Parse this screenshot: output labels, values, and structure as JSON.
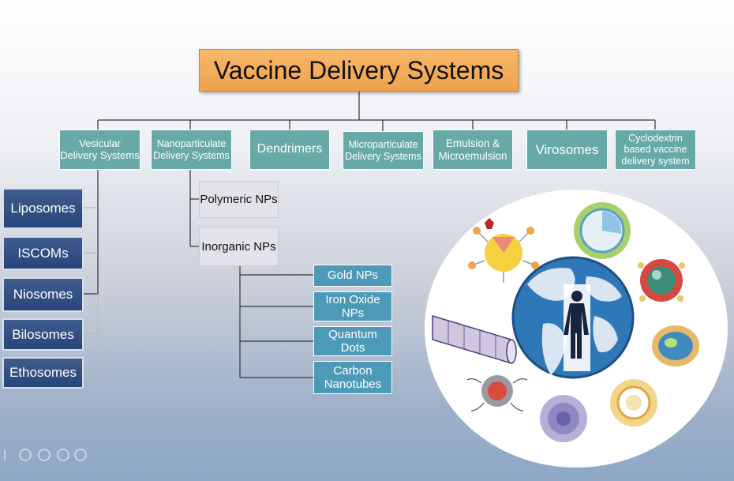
{
  "title": "Vaccine Delivery Systems",
  "categories": {
    "vesicular": "Vesicular Delivery Systems",
    "nanoparticulate": "Nanoparticulate Delivery Systems",
    "dendrimers": "Dendrimers",
    "microparticulate": "Microparticulate Delivery Systems",
    "emulsion": "Emulsion & Microemulsion",
    "virosomes": "Virosomes",
    "cyclodextrin": "Cyclodextrin based vaccine delivery system"
  },
  "vesicular_items": [
    "Liposomes",
    "ISCOMs",
    "Niosomes",
    "Bilosomes",
    "Ethosomes"
  ],
  "nano_items": [
    "Polymeric NPs",
    "Inorganic NPs"
  ],
  "inorganic_items": [
    "Gold NPs",
    "Iron Oxide NPs",
    "Quantum Dots",
    "Carbon Nanotubes"
  ],
  "colors": {
    "title_bg": "#f0a24c",
    "category_bg": "#67a9a7",
    "vesicular_bg": "#2f4d82",
    "inorganic_bg": "#4d9ab8",
    "polymeric_bg": "#e2e2e8"
  }
}
